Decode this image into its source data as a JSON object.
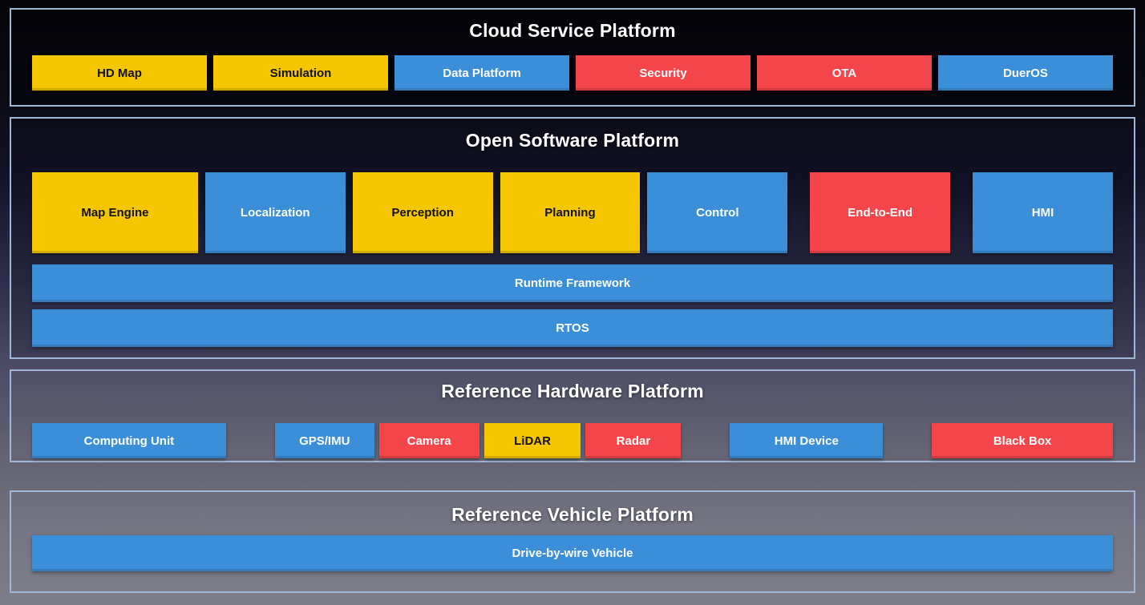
{
  "palette": {
    "yellow": {
      "bg": "#F6C600",
      "text": "#101010"
    },
    "blue": {
      "bg": "#3B8FD8",
      "text": "#FFFFFF"
    },
    "red": {
      "bg": "#F4454B",
      "text": "#FFFFFF"
    },
    "section_border": "#9FB6D6",
    "title_text": "#FFFFFF"
  },
  "sections": [
    {
      "title": "Cloud Service Platform",
      "boxes": [
        {
          "label": "HD Map",
          "color": "yellow"
        },
        {
          "label": "Simulation",
          "color": "yellow"
        },
        {
          "label": "Data Platform",
          "color": "blue"
        },
        {
          "label": "Security",
          "color": "red"
        },
        {
          "label": "OTA",
          "color": "red"
        },
        {
          "label": "DuerOS",
          "color": "blue"
        }
      ]
    },
    {
      "title": "Open Software Platform",
      "boxes": [
        {
          "label": "Map Engine",
          "color": "yellow"
        },
        {
          "label": "Localization",
          "color": "blue"
        },
        {
          "label": "Perception",
          "color": "yellow"
        },
        {
          "label": "Planning",
          "color": "yellow"
        },
        {
          "label": "Control",
          "color": "blue"
        },
        {
          "label": "End-to-End",
          "color": "red"
        },
        {
          "label": "HMI",
          "color": "blue"
        }
      ],
      "bars": [
        {
          "label": "Runtime Framework",
          "color": "blue"
        },
        {
          "label": "RTOS",
          "color": "blue"
        }
      ]
    },
    {
      "title": "Reference Hardware Platform",
      "boxes": [
        {
          "label": "Computing Unit",
          "color": "blue"
        },
        {
          "label": "GPS/IMU",
          "color": "blue"
        },
        {
          "label": "Camera",
          "color": "red"
        },
        {
          "label": "LiDAR",
          "color": "yellow"
        },
        {
          "label": "Radar",
          "color": "red"
        },
        {
          "label": "HMI Device",
          "color": "blue"
        },
        {
          "label": "Black Box",
          "color": "red"
        }
      ]
    },
    {
      "title": "Reference Vehicle Platform",
      "bars": [
        {
          "label": "Drive-by-wire Vehicle",
          "color": "blue"
        }
      ]
    }
  ]
}
